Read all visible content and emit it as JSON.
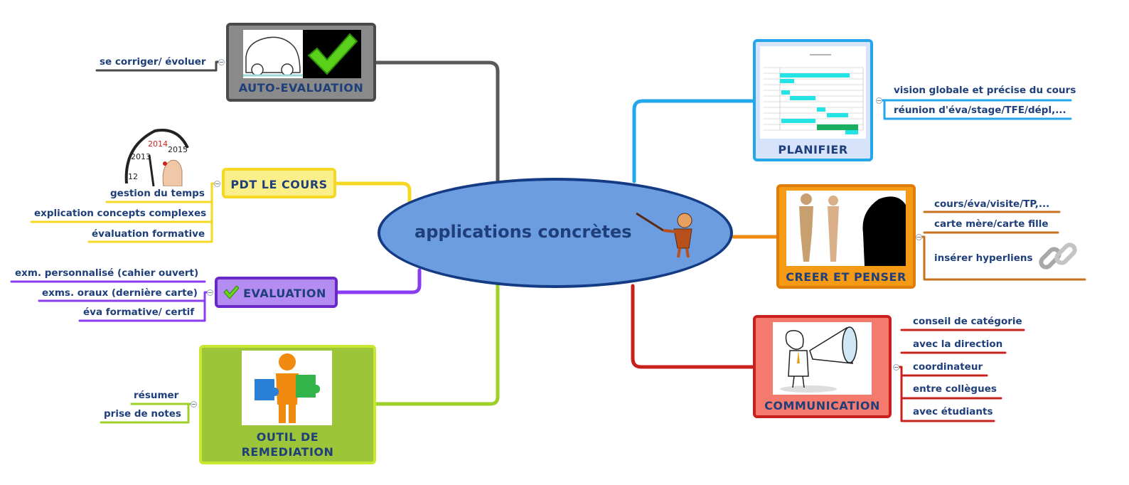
{
  "central": {
    "label": "applications concrètes"
  },
  "branches": {
    "auto_evaluation": {
      "label": "AUTO-EVALUATION",
      "color": "#5a5a5a",
      "leaves": [
        "se corriger/ évoluer"
      ]
    },
    "pdt_le_cours": {
      "label": "PDT LE COURS",
      "color": "#f5d823",
      "leaves": [
        "gestion du temps",
        "explication concepts complexes",
        "évaluation formative"
      ]
    },
    "evaluation": {
      "label": "EVALUATION",
      "color": "#8a3df0",
      "leaves": [
        "exm. personnalisé (cahier ouvert)",
        "exms. oraux (dernière carte)",
        "éva formative/ certif"
      ]
    },
    "outil_de_remediation": {
      "label_line1": "OUTIL DE",
      "label_line2": "REMEDIATION",
      "color": "#9dd12a",
      "leaves": [
        "résumer",
        "prise de notes"
      ]
    },
    "planifier": {
      "label": "PLANIFIER",
      "color": "#22a6ec",
      "leaves": [
        "vision globale et précise du cours",
        "réunion d'éva/stage/TFE/dépl,..."
      ]
    },
    "creer_et_penser": {
      "label": "CREER ET PENSER",
      "color": "#f08a10",
      "leaves": [
        "cours/éva/visite/TP,...",
        "carte mère/carte fille",
        "insérer hyperliens"
      ]
    },
    "communication": {
      "label": "COMMUNICATION",
      "color": "#c8211c",
      "leaves": [
        "conseil de catégorie",
        "avec la direction",
        "coordinateur",
        "entre collègues",
        "avec étudiants"
      ]
    }
  },
  "clock_labels": [
    "12",
    "2013",
    "2014",
    "2015"
  ]
}
